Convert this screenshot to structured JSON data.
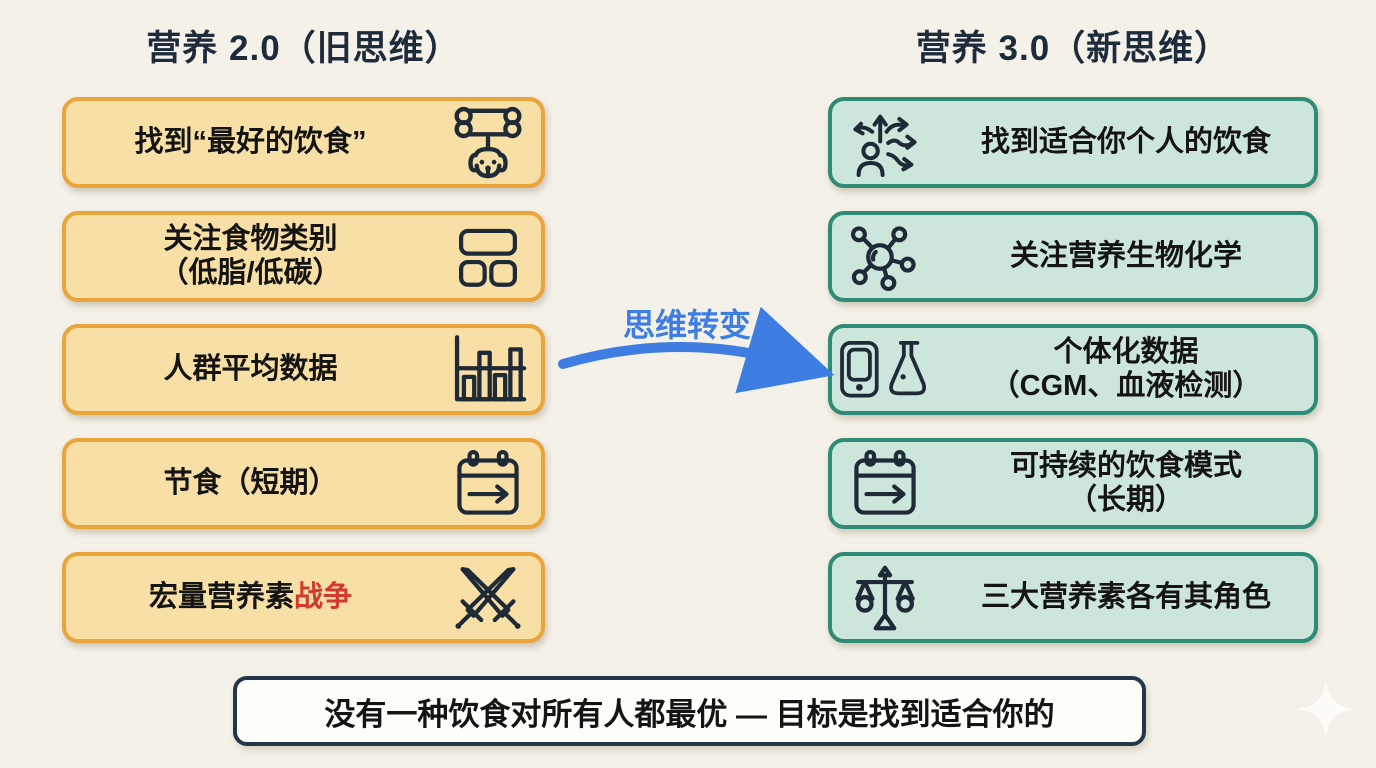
{
  "left": {
    "title": "营养 2.0（旧思维）",
    "box_fill": "#F8DFA5",
    "box_border": "#E9A43C",
    "items": [
      {
        "line1": "找到“最好的饮食”",
        "icon": "bone-dog-icon"
      },
      {
        "line1": "关注食物类别",
        "line2": "（低脂/低碳）",
        "icon": "food-category-grid-icon"
      },
      {
        "line1": "人群平均数据",
        "icon": "bar-chart-icon"
      },
      {
        "line1": "节食（短期）",
        "icon": "calendar-short-term-icon"
      },
      {
        "line1_main": "宏量营养素",
        "line1_highlight": "战争",
        "icon": "crossed-swords-icon"
      }
    ]
  },
  "right": {
    "title": "营养 3.0（新思维）",
    "box_fill": "#CDE6DC",
    "box_border": "#2E8B76",
    "items": [
      {
        "line1": "找到适合你个人的饮食",
        "icon": "personal-paths-icon"
      },
      {
        "line1": "关注营养生物化学",
        "icon": "molecule-icon"
      },
      {
        "line1": "个体化数据",
        "line2": "（CGM、血液检测）",
        "icon": "cgm-flask-icon"
      },
      {
        "line1": "可持续的饮食模式",
        "line2": "（长期）",
        "icon": "calendar-long-term-icon"
      },
      {
        "line1": "三大营养素各有其角色",
        "icon": "balance-scale-icon"
      }
    ]
  },
  "transition": {
    "label": "思维转变",
    "arrow_color": "#3E7EE3"
  },
  "footer": {
    "text": "没有一种饮食对所有人都最优 — 目标是找到适合你的"
  },
  "colors": {
    "background": "#F4F1E9",
    "title_text": "#1E2B3B",
    "body_text": "#141414",
    "highlight_red": "#D23A2E",
    "transition_blue": "#3E7EE3"
  }
}
